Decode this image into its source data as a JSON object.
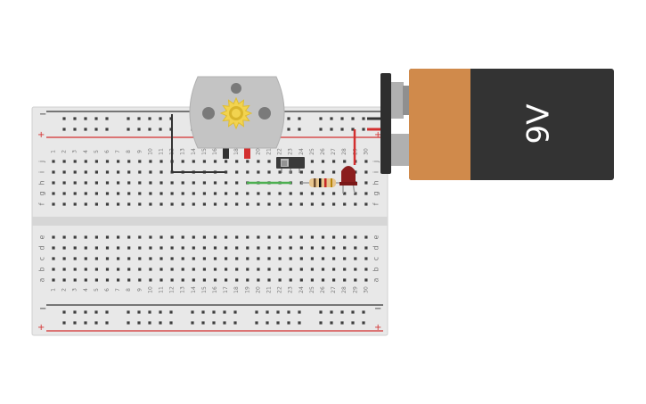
{
  "breadboard": {
    "columns": 30,
    "top_rows": [
      "j",
      "i",
      "h",
      "g",
      "f"
    ],
    "bottom_rows": [
      "e",
      "d",
      "c",
      "b",
      "a"
    ],
    "rail_plus": "+",
    "rail_minus": "−"
  },
  "battery": {
    "label": "9V",
    "body_color": "#333333",
    "band_color": "#d08a4b"
  },
  "components": {
    "motor": "dc-motor",
    "switch": "slide-switch",
    "resistor": "resistor",
    "led": "red-led",
    "wires": [
      "black-wire",
      "green-wire",
      "red-wire"
    ]
  },
  "colors": {
    "rail_red": "#d32f2f",
    "rail_black": "#333333",
    "wire_green": "#4caf50",
    "led_red": "#8b1e1e"
  }
}
